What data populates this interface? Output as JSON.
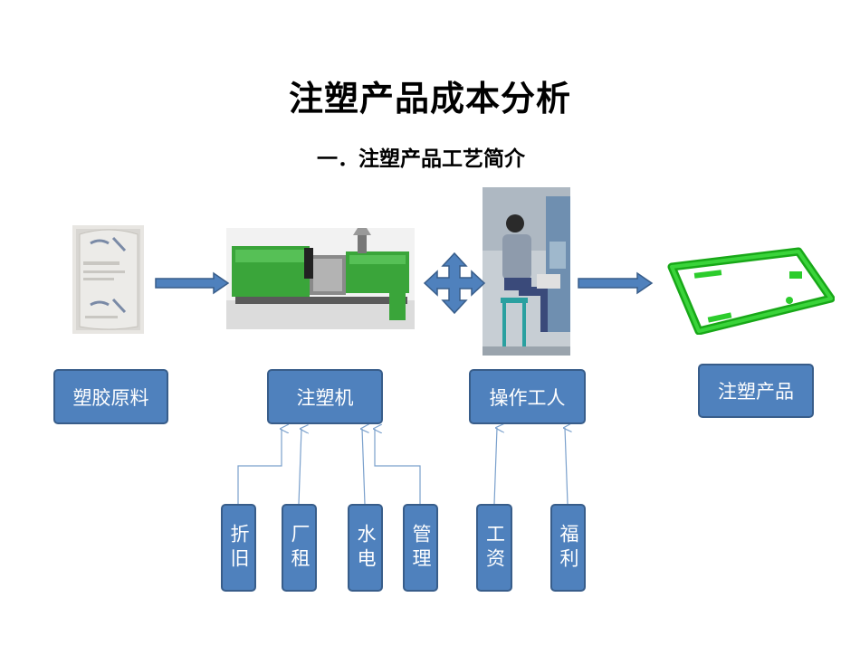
{
  "title": "注塑产品成本分析",
  "subtitle": "一．注塑产品工艺简介",
  "nodes": {
    "raw_material": "塑胶原料",
    "machine": "注塑机",
    "worker": "操作工人",
    "product": "注塑产品"
  },
  "machine_costs": [
    "折旧",
    "厂租",
    "水电",
    "管理"
  ],
  "worker_costs": [
    "工资",
    "福利"
  ],
  "colors": {
    "box_fill": "#4f81bd",
    "box_border": "#385d8a",
    "machine_green": "#3aa53a",
    "product_green": "#22cc22"
  }
}
